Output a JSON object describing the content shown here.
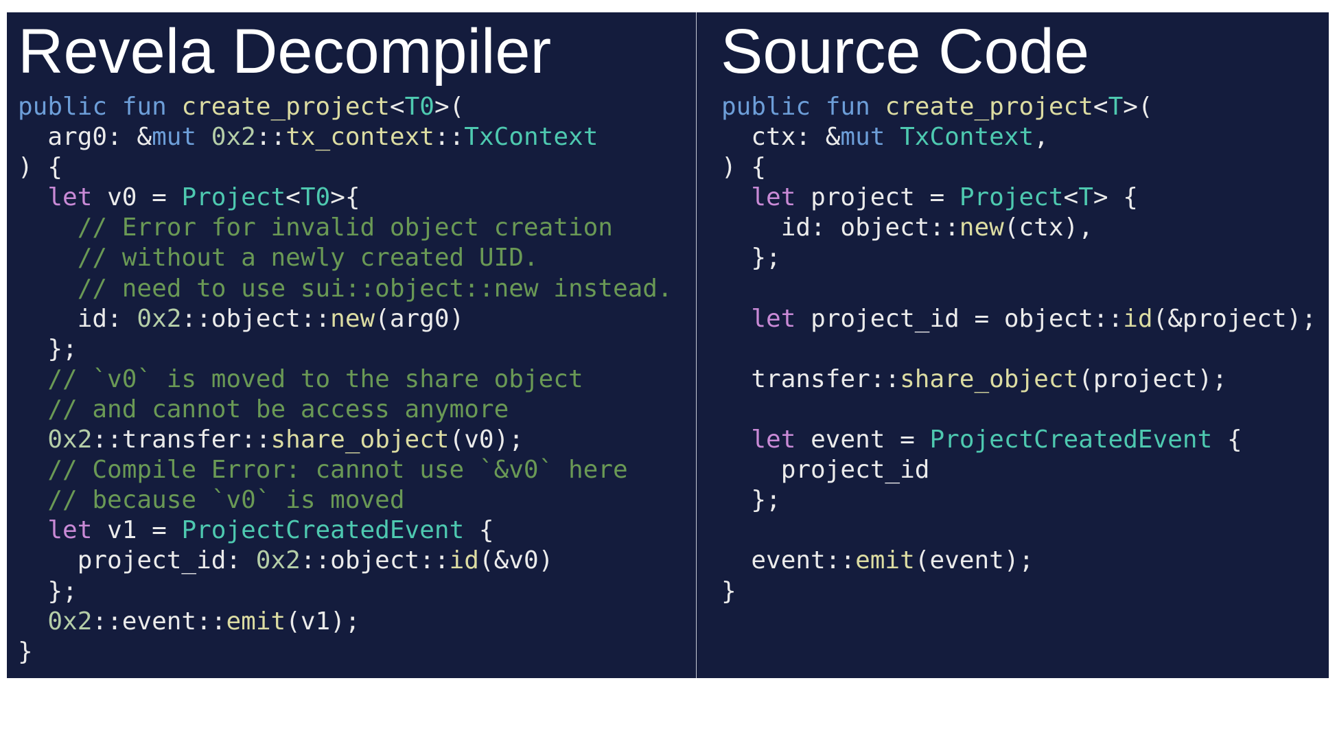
{
  "left": {
    "title": "Revela Decompiler",
    "lines": [
      [
        [
          "keyword",
          "public"
        ],
        [
          "plain",
          " "
        ],
        [
          "keyword",
          "fun"
        ],
        [
          "plain",
          " "
        ],
        [
          "func",
          "create_project"
        ],
        [
          "plain",
          "<"
        ],
        [
          "type",
          "T0"
        ],
        [
          "plain",
          ">("
        ]
      ],
      [
        [
          "plain",
          "  arg0: &"
        ],
        [
          "keyword",
          "mut"
        ],
        [
          "plain",
          " "
        ],
        [
          "hex",
          "0x2"
        ],
        [
          "plain",
          "::"
        ],
        [
          "func",
          "tx_context"
        ],
        [
          "plain",
          "::"
        ],
        [
          "type",
          "TxContext"
        ]
      ],
      [
        [
          "plain",
          ") {"
        ]
      ],
      [
        [
          "plain",
          "  "
        ],
        [
          "let",
          "let"
        ],
        [
          "plain",
          " v0 = "
        ],
        [
          "type",
          "Project"
        ],
        [
          "plain",
          "<"
        ],
        [
          "type",
          "T0"
        ],
        [
          "plain",
          ">{"
        ]
      ],
      [
        [
          "plain",
          "    "
        ],
        [
          "comment",
          "// Error for invalid object creation"
        ]
      ],
      [
        [
          "plain",
          "    "
        ],
        [
          "comment",
          "// without a newly created UID."
        ]
      ],
      [
        [
          "plain",
          "    "
        ],
        [
          "comment",
          "// need to use sui::object::new instead."
        ]
      ],
      [
        [
          "plain",
          "    id: "
        ],
        [
          "hex",
          "0x2"
        ],
        [
          "plain",
          "::object::"
        ],
        [
          "func",
          "new"
        ],
        [
          "plain",
          "(arg0)"
        ]
      ],
      [
        [
          "plain",
          "  };"
        ]
      ],
      [
        [
          "plain",
          "  "
        ],
        [
          "comment",
          "// `v0` is moved to the share object"
        ]
      ],
      [
        [
          "plain",
          "  "
        ],
        [
          "comment",
          "// and cannot be access anymore"
        ]
      ],
      [
        [
          "plain",
          "  "
        ],
        [
          "hex",
          "0x2"
        ],
        [
          "plain",
          "::transfer::"
        ],
        [
          "func",
          "share_object"
        ],
        [
          "plain",
          "(v0);"
        ]
      ],
      [
        [
          "plain",
          "  "
        ],
        [
          "comment",
          "// Compile Error: cannot use `&v0` here"
        ]
      ],
      [
        [
          "plain",
          "  "
        ],
        [
          "comment",
          "// because `v0` is moved"
        ]
      ],
      [
        [
          "plain",
          "  "
        ],
        [
          "let",
          "let"
        ],
        [
          "plain",
          " v1 = "
        ],
        [
          "type",
          "ProjectCreatedEvent"
        ],
        [
          "plain",
          " {"
        ]
      ],
      [
        [
          "plain",
          "    project_id: "
        ],
        [
          "hex",
          "0x2"
        ],
        [
          "plain",
          "::object::"
        ],
        [
          "func",
          "id"
        ],
        [
          "plain",
          "(&v0)"
        ]
      ],
      [
        [
          "plain",
          "  };"
        ]
      ],
      [
        [
          "plain",
          "  "
        ],
        [
          "hex",
          "0x2"
        ],
        [
          "plain",
          "::event::"
        ],
        [
          "func",
          "emit"
        ],
        [
          "plain",
          "(v1);"
        ]
      ],
      [
        [
          "plain",
          "}"
        ]
      ]
    ]
  },
  "right": {
    "title": "Source Code",
    "lines": [
      [
        [
          "keyword",
          "public"
        ],
        [
          "plain",
          " "
        ],
        [
          "keyword",
          "fun"
        ],
        [
          "plain",
          " "
        ],
        [
          "func",
          "create_project"
        ],
        [
          "plain",
          "<"
        ],
        [
          "type",
          "T"
        ],
        [
          "plain",
          ">("
        ]
      ],
      [
        [
          "plain",
          "  ctx: &"
        ],
        [
          "keyword",
          "mut"
        ],
        [
          "plain",
          " "
        ],
        [
          "type",
          "TxContext"
        ],
        [
          "plain",
          ","
        ]
      ],
      [
        [
          "plain",
          ") {"
        ]
      ],
      [
        [
          "plain",
          "  "
        ],
        [
          "let",
          "let"
        ],
        [
          "plain",
          " project = "
        ],
        [
          "type",
          "Project"
        ],
        [
          "plain",
          "<"
        ],
        [
          "type",
          "T"
        ],
        [
          "plain",
          "> {"
        ]
      ],
      [
        [
          "plain",
          "    id: object::"
        ],
        [
          "func",
          "new"
        ],
        [
          "plain",
          "(ctx),"
        ]
      ],
      [
        [
          "plain",
          "  };"
        ]
      ],
      [
        [
          "plain",
          ""
        ]
      ],
      [
        [
          "plain",
          "  "
        ],
        [
          "let",
          "let"
        ],
        [
          "plain",
          " project_id = object::"
        ],
        [
          "func",
          "id"
        ],
        [
          "plain",
          "(&project);"
        ]
      ],
      [
        [
          "plain",
          ""
        ]
      ],
      [
        [
          "plain",
          "  transfer::"
        ],
        [
          "func",
          "share_object"
        ],
        [
          "plain",
          "(project);"
        ]
      ],
      [
        [
          "plain",
          ""
        ]
      ],
      [
        [
          "plain",
          "  "
        ],
        [
          "let",
          "let"
        ],
        [
          "plain",
          " event = "
        ],
        [
          "type",
          "ProjectCreatedEvent"
        ],
        [
          "plain",
          " {"
        ]
      ],
      [
        [
          "plain",
          "    project_id"
        ]
      ],
      [
        [
          "plain",
          "  };"
        ]
      ],
      [
        [
          "plain",
          ""
        ]
      ],
      [
        [
          "plain",
          "  event::"
        ],
        [
          "func",
          "emit"
        ],
        [
          "plain",
          "(event);"
        ]
      ],
      [
        [
          "plain",
          "}"
        ]
      ]
    ]
  },
  "colors": {
    "background": "#141c3d",
    "keyword": "#6d9ed8",
    "let": "#c98ad6",
    "func": "#dcdca2",
    "type": "#4ec9b0",
    "hex": "#b5cea8",
    "comment": "#6a9955",
    "plain": "#ebebeb"
  }
}
